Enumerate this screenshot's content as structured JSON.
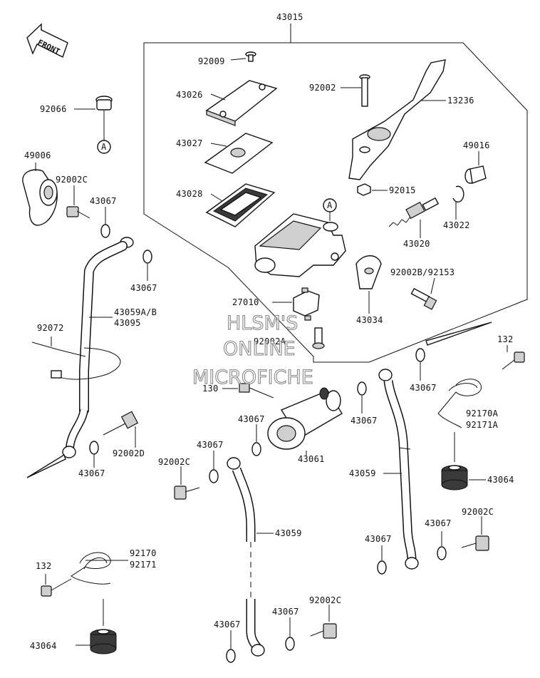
{
  "front_label": "FRONT",
  "callout_a": "A",
  "watermark": [
    "HLSM'S",
    "ONLINE",
    "MICROFICHE"
  ],
  "parts": {
    "p43015": "43015",
    "p92009": "92009",
    "p43026": "43026",
    "p43027": "43027",
    "p43028": "43028",
    "p92002": "92002",
    "p13236": "13236",
    "p49016": "49016",
    "p92015": "92015",
    "p43022": "43022",
    "p43020": "43020",
    "p92002B": "92002B/92153",
    "p43034": "43034",
    "p27010": "27010",
    "p92002A": "92002A",
    "p92066": "92066",
    "p49006": "49006",
    "p92002C_a": "92002C",
    "p43067_a": "43067",
    "p43067_b": "43067",
    "p43059AB": "43059A/B",
    "p43095": "43095",
    "p92072": "92072",
    "p92002D": "92002D",
    "p43067_c": "43067",
    "p130": "130",
    "p43067_d": "43067",
    "p43061": "43061",
    "p43067_e": "43067",
    "p43067_f": "43067",
    "p132_a": "132",
    "p92170A": "92170A",
    "p92171A": "92171A",
    "p43064_a": "43064",
    "p43059_a": "43059",
    "p92002C_b": "92002C",
    "p43067_g": "43067",
    "p43059_b": "43059",
    "p43067_h": "43067",
    "p92002C_c": "92002C",
    "p43067_i": "43067",
    "p132_b": "132",
    "p92170": "92170",
    "p92171": "92171",
    "p43064_b": "43064",
    "p43067_j": "43067",
    "p43067_k": "43067",
    "p92002C_d": "92002C"
  }
}
